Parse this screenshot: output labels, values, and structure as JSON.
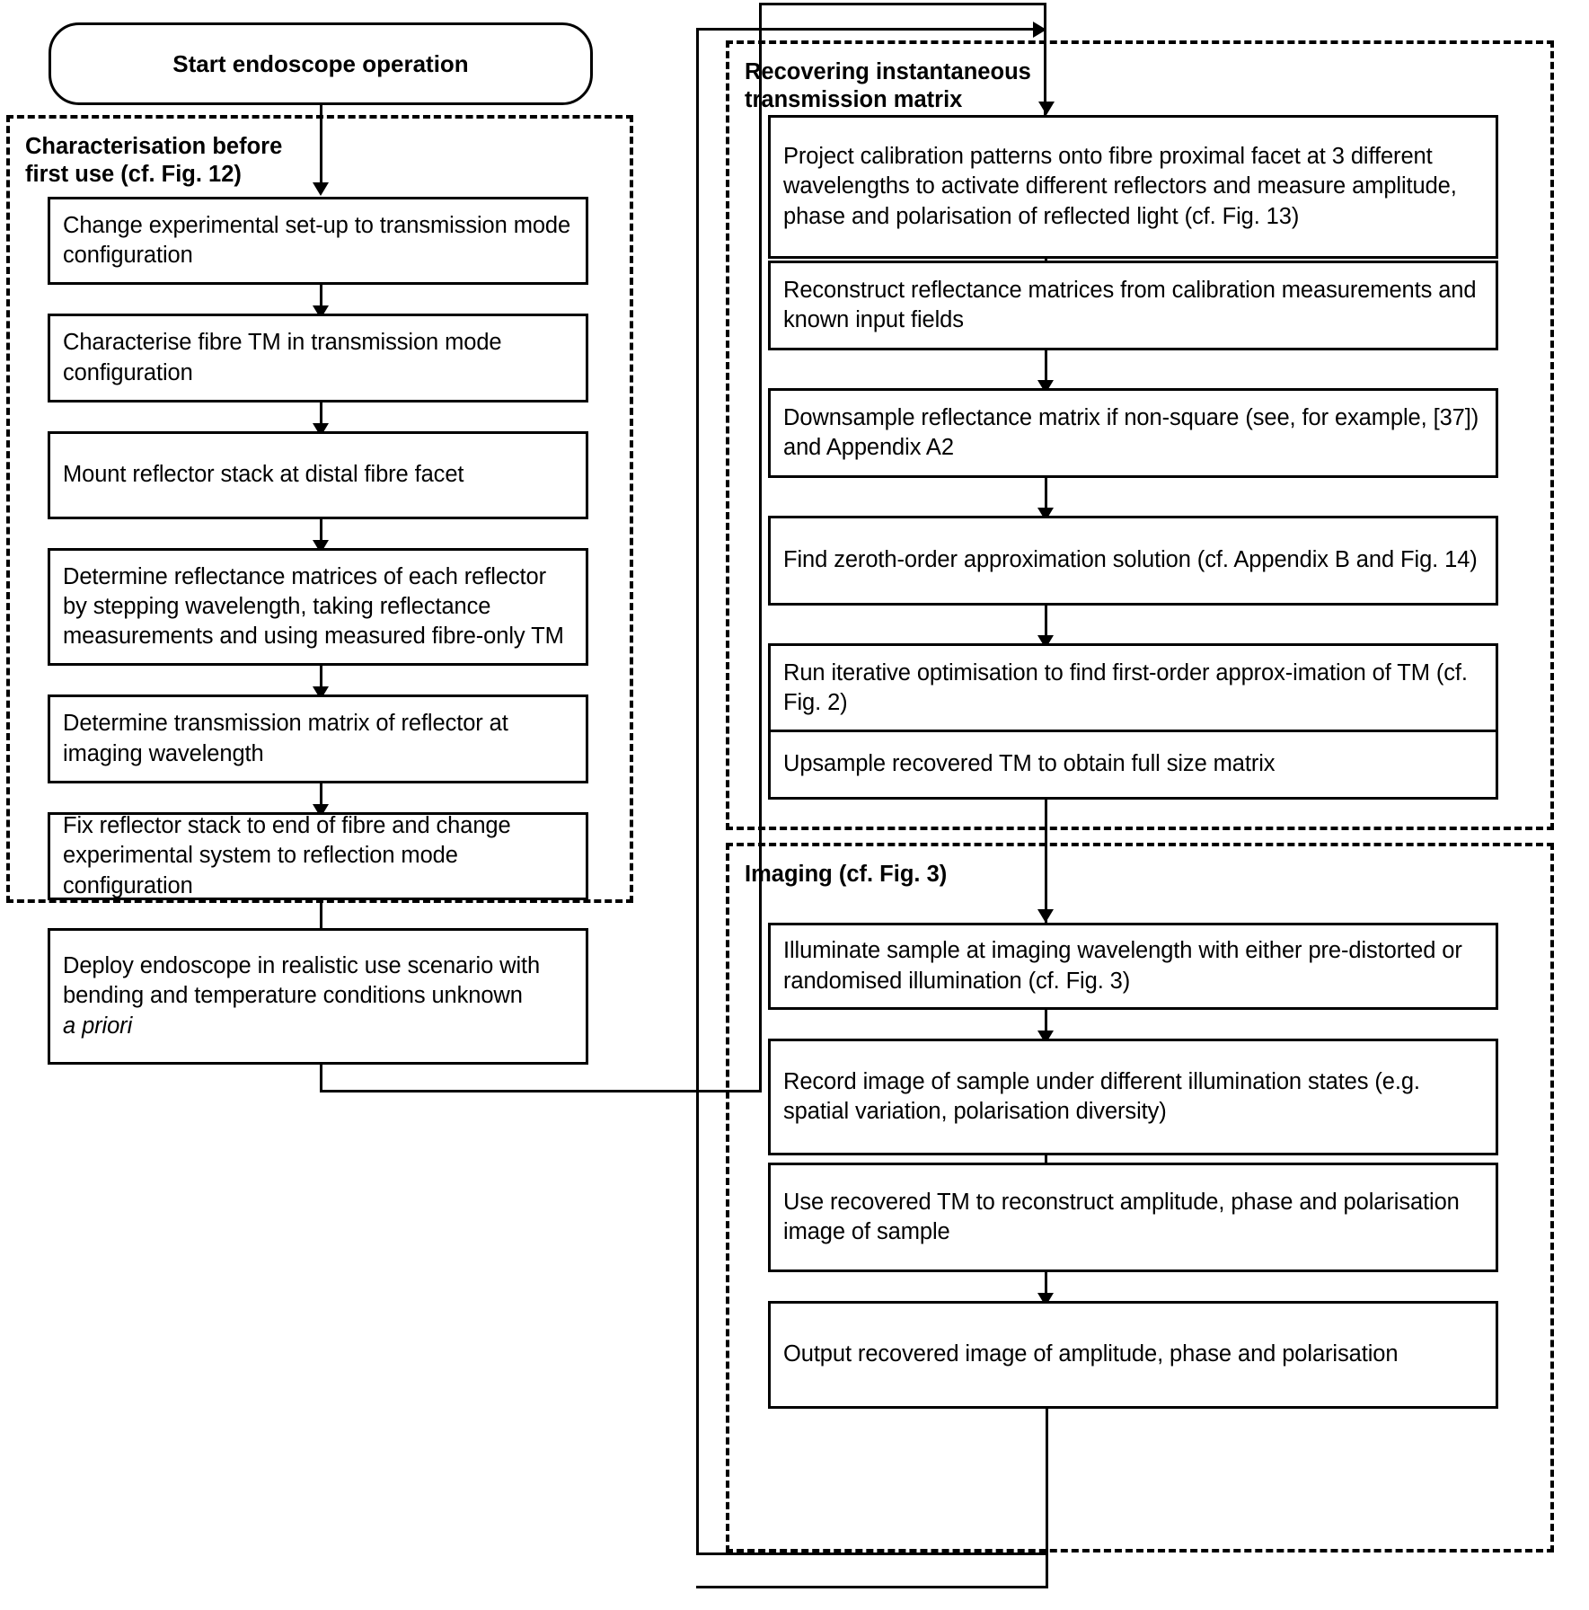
{
  "diagram": {
    "title": "Endoscope operation flowchart",
    "start": {
      "label": "Start endoscope operation"
    },
    "groups": [
      {
        "id": "characterisation",
        "label": "Characterisation before\nfirst use (cf. Fig. 12)"
      },
      {
        "id": "recovering",
        "label": "Recovering instantaneous\ntransmission matrix"
      },
      {
        "id": "imaging",
        "label": "Imaging (cf. Fig. 3)"
      }
    ],
    "left_column": {
      "steps": [
        {
          "id": "step-change-setup",
          "text": "Change experimental set-up to transmission mode configuration"
        },
        {
          "id": "step-characterise-fibre",
          "text": "Characterise fibre TM in transmission mode configuration"
        },
        {
          "id": "step-mount-reflector",
          "text": "Mount reflector stack at distal fibre facet"
        },
        {
          "id": "step-determine-reflectance",
          "text": "Determine reflectance matrices of each reflector by stepping wavelength, taking reflectance measurements and using measured fibre-only TM"
        },
        {
          "id": "step-determine-transmission",
          "text": "Determine transmission matrix of reflector at imaging wavelength"
        },
        {
          "id": "step-fix-reflector",
          "text": "Fix reflector stack to end of fibre and change experimental system to reflection mode configuration"
        }
      ],
      "deploy": {
        "id": "step-deploy-endoscope",
        "text_line1": "Deploy endoscope in realistic use scenario with",
        "text_line2": "bending and temperature conditions unknown",
        "text_line3_italic": "a priori"
      }
    },
    "right_column": {
      "recovering_steps": [
        {
          "id": "step-project-calibration",
          "text": "Project calibration patterns onto fibre proximal facet at 3 different wavelengths to activate different reflectors and measure amplitude, phase and polarisation of reflected light (cf. Fig. 13)"
        },
        {
          "id": "step-reconstruct-reflectance",
          "text": "Reconstruct reflectance matrices from calibration measurements and known input fields"
        },
        {
          "id": "step-downsample",
          "text": "Downsample reflectance matrix if non-square (see, for example, [37]) and Appendix A2"
        },
        {
          "id": "step-zeroth-order",
          "text": "Find zeroth-order approximation solution (cf. Appendix B and Fig. 14)"
        },
        {
          "id": "step-iterative-optimisation",
          "text": "Run iterative optimisation to find first-order approx-imation of TM (cf. Fig. 2)"
        },
        {
          "id": "step-upsample",
          "text": "Upsample recovered TM to obtain full size matrix"
        }
      ],
      "imaging_steps": [
        {
          "id": "step-illuminate-sample",
          "text": "Illuminate sample at imaging wavelength with either pre-distorted or randomised illumination (cf. Fig. 3)"
        },
        {
          "id": "step-record-image",
          "text": "Record image of sample under different illumination states (e.g. spatial variation, polarisation diversity)"
        },
        {
          "id": "step-use-recovered-tm",
          "text": "Use recovered TM to reconstruct amplitude, phase and polarisation image of sample"
        },
        {
          "id": "step-output-image",
          "text": "Output recovered image of amplitude, phase and polarisation"
        }
      ]
    },
    "colors": {
      "stroke": "#000000",
      "fill": "#ffffff"
    }
  }
}
